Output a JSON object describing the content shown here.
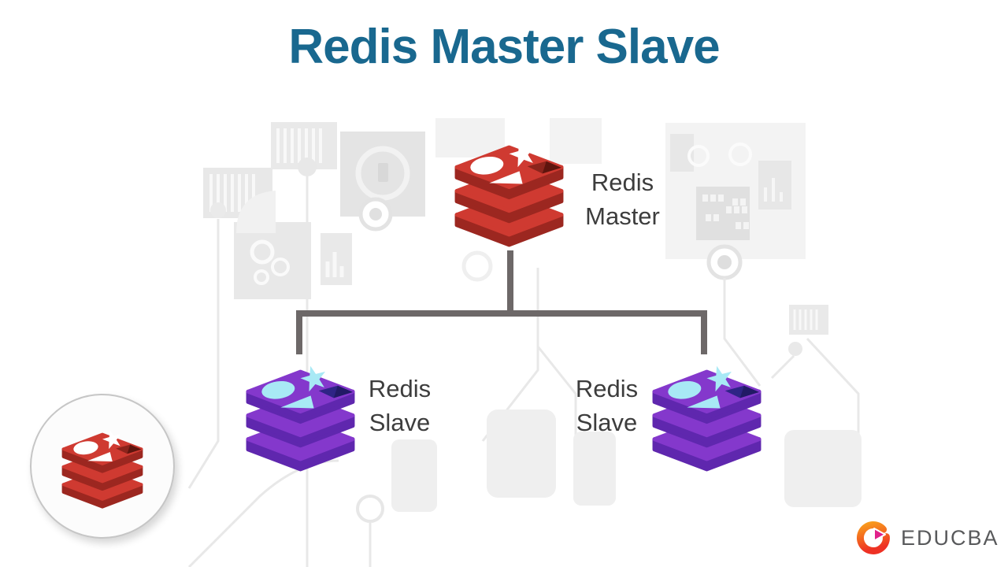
{
  "title": {
    "text": "Redis Master Slave"
  },
  "nodes": {
    "master": {
      "line1": "Redis",
      "line2": "Master"
    },
    "slave_left": {
      "line1": "Redis",
      "line2": "Slave"
    },
    "slave_right": {
      "line1": "Redis",
      "line2": "Slave"
    }
  },
  "edges": [
    [
      "master",
      "slave_left"
    ],
    [
      "master",
      "slave_right"
    ]
  ],
  "branding": {
    "wordmark": "EDUCBA"
  },
  "icons": {
    "master": "redis-database-red-icon",
    "slave": "redis-database-purple-icon",
    "badge": "redis-logo-badge-icon",
    "brand": "educba-mark-icon"
  },
  "colors": {
    "title": "#19688f",
    "label_text": "#3d3d3d",
    "connector": "#6d6868",
    "red_light": "#cf3a31",
    "red_dark": "#9c2720",
    "red_shape": "#ffffff",
    "red_hole": "#8c241c",
    "red_hole_deep": "#5e150e",
    "purple_light": "#8438cc",
    "purple_dark": "#5f27ae",
    "purple_shape": "#a8e9f5",
    "purple_hole": "#2f2486",
    "purple_hole_deep": "#221a66",
    "educba_text": "#58595b",
    "educba_orange": "#f89b1c",
    "educba_red": "#ee3124",
    "educba_pink": "#e0218a"
  }
}
